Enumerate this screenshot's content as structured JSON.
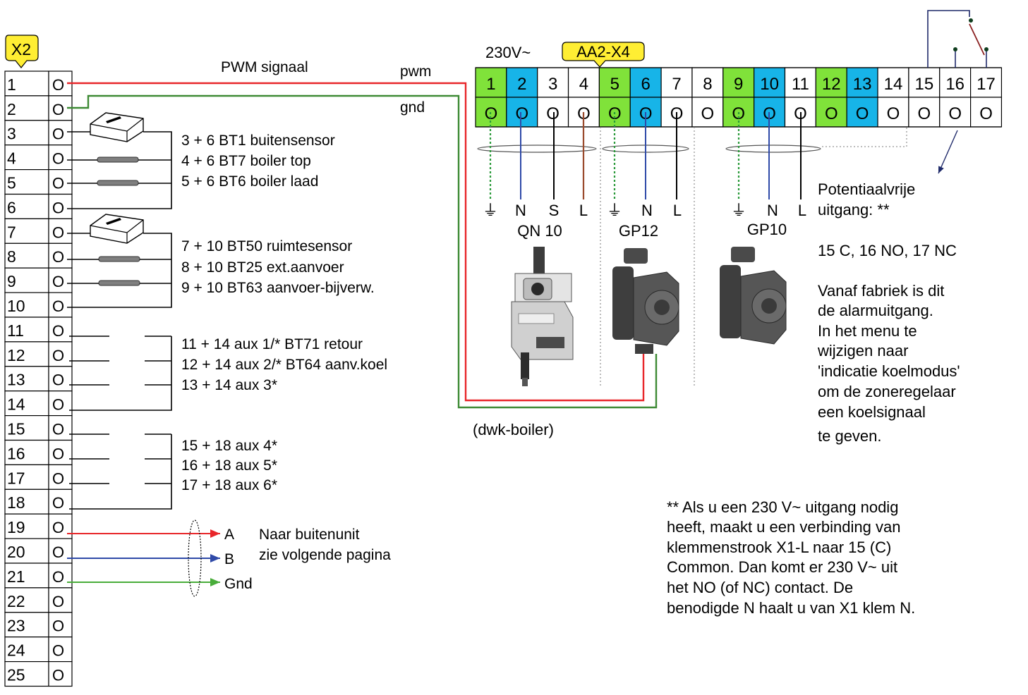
{
  "x2": {
    "title": "X2",
    "rows": [
      "1",
      "2",
      "3",
      "4",
      "5",
      "6",
      "7",
      "8",
      "9",
      "10",
      "11",
      "12",
      "13",
      "14",
      "15",
      "16",
      "17",
      "18",
      "19",
      "20",
      "21",
      "22",
      "23",
      "24",
      "25"
    ],
    "terminal_symbol": "O",
    "highlight_row": "8",
    "highlight_color": "#7b2d8e"
  },
  "pwm": {
    "label": "PWM signaal",
    "pwm_tag": "pwm",
    "gnd_tag": "gnd"
  },
  "sensors": [
    "3 + 6 BT1 buitensensor",
    "4 + 6 BT7 boiler top",
    "5 + 6 BT6 boiler laad",
    "7 + 10 BT50 ruimtesensor",
    "8 + 10 BT25 ext.aanvoer",
    "9 + 10 BT63 aanvoer-bijverw."
  ],
  "aux": [
    "11 + 14  aux 1/* BT71 retour",
    "12 + 14  aux 2/* BT64 aanv.koel",
    "13 + 14  aux 3*",
    "15 + 18  aux 4*",
    "16 + 18  aux 5*",
    "17 + 18  aux 6*"
  ],
  "bus": {
    "a": "A",
    "b": "B",
    "gnd": "Gnd",
    "line1": "Naar buitenunit",
    "line2": "zie volgende pagina"
  },
  "aa2": {
    "voltage": "230V~",
    "title": "AA2-X4",
    "terminals": [
      "1",
      "2",
      "3",
      "4",
      "5",
      "6",
      "7",
      "8",
      "9",
      "10",
      "11",
      "12",
      "13",
      "14",
      "15",
      "16",
      "17"
    ],
    "terminal_symbol": "O",
    "colors": {
      "green": "#80e23a",
      "blue": "#17b4e8",
      "badge": "#ffee33"
    }
  },
  "qn10": {
    "pins": [
      "⏚",
      "N",
      "S",
      "L"
    ],
    "name": "QN 10"
  },
  "gp12": {
    "pins": [
      "⏚",
      "N",
      "L"
    ],
    "name": "GP12"
  },
  "gp10": {
    "pins": [
      "⏚",
      "N",
      "L"
    ],
    "name": "GP10"
  },
  "dwk": "(dwk-boiler)",
  "relay": {
    "lines": [
      "Potentiaalvrije",
      "uitgang: **",
      "15 C, 16 NO, 17 NC"
    ],
    "factory": [
      "Vanaf fabriek is dit",
      "de alarmuitgang.",
      "In het menu te",
      "wijzigen naar",
      "'indicatie koelmodus'",
      "om de zoneregelaar",
      "een koelsignaal",
      "te geven."
    ]
  },
  "note": [
    "** Als u  een 230 V~ uitgang nodig",
    "heeft, maakt u een verbinding van",
    "klemmenstrook X1-L naar 15 (C)",
    "Common. Dan komt er 230 V~ uit",
    "het NO (of NC) contact.  De",
    "benodigde N haalt u van X1 klem N."
  ],
  "wire_colors": {
    "red": "#e8262a",
    "blue": "#2f4aa8",
    "green": "#3d8a34",
    "brown": "#9a4a2c",
    "bus_green": "#49ad3a"
  }
}
